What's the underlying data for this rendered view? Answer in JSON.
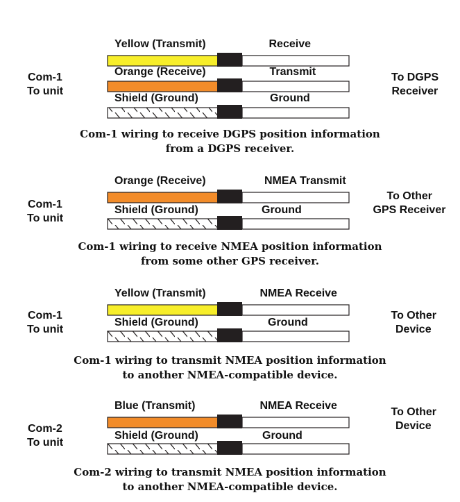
{
  "colors": {
    "yellow": "#f7ee2a",
    "orange": "#f28c2a",
    "connector": "#231f20",
    "outline": "#231f20"
  },
  "diagrams": [
    {
      "left_label": [
        "Com-1",
        "To unit"
      ],
      "right_label": [
        "To DGPS",
        "Receiver"
      ],
      "wires": [
        {
          "wire_label": "Yellow (Transmit)",
          "pin_label": "Receive",
          "fill": "yellow"
        },
        {
          "wire_label": "Orange (Receive)",
          "pin_label": "Transmit",
          "fill": "orange"
        },
        {
          "wire_label": "Shield (Ground)",
          "pin_label": "Ground",
          "fill": "hatch"
        }
      ],
      "caption": [
        "Com-1 wiring to receive DGPS position information",
        "from a DGPS receiver."
      ]
    },
    {
      "left_label": [
        "Com-1",
        "To unit"
      ],
      "right_label": [
        "To Other",
        "GPS Receiver"
      ],
      "wires": [
        {
          "wire_label": "Orange (Receive)",
          "pin_label": "NMEA Transmit",
          "fill": "orange"
        },
        {
          "wire_label": "Shield (Ground)",
          "pin_label": "Ground",
          "fill": "hatch"
        }
      ],
      "caption": [
        "Com-1 wiring to receive NMEA position information",
        "from some other GPS receiver."
      ]
    },
    {
      "left_label": [
        "Com-1",
        "To unit"
      ],
      "right_label": [
        "To Other",
        "Device"
      ],
      "wires": [
        {
          "wire_label": "Yellow (Transmit)",
          "pin_label": "NMEA Receive",
          "fill": "yellow"
        },
        {
          "wire_label": "Shield (Ground)",
          "pin_label": "Ground",
          "fill": "hatch"
        }
      ],
      "caption": [
        "Com-1 wiring to transmit NMEA position information",
        "to another NMEA-compatible device."
      ]
    },
    {
      "left_label": [
        "Com-2",
        "To unit"
      ],
      "right_label": [
        "To Other",
        "Device"
      ],
      "wires": [
        {
          "wire_label": "Blue (Transmit)",
          "pin_label": "NMEA Receive",
          "fill": "orange"
        },
        {
          "wire_label": "Shield (Ground)",
          "pin_label": "Ground",
          "fill": "hatch"
        }
      ],
      "caption": [
        "Com-2 wiring to transmit NMEA position information",
        "to another NMEA-compatible device."
      ]
    }
  ]
}
